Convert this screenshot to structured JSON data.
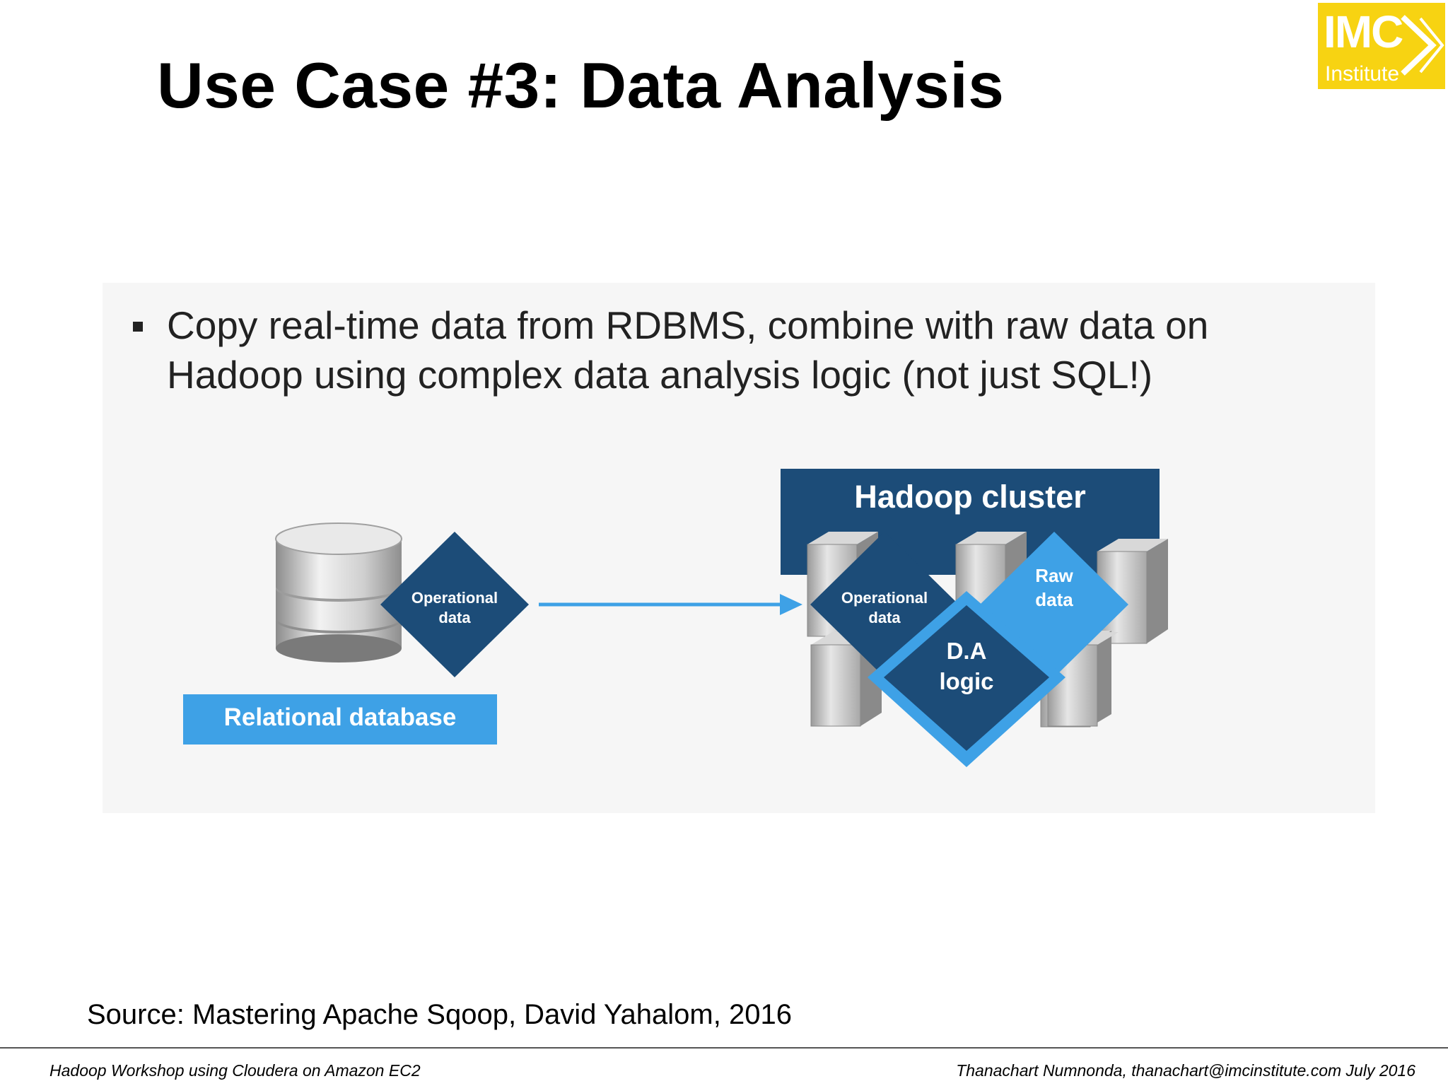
{
  "title": "Use Case #3: Data Analysis",
  "logo": {
    "main": "IMC",
    "sub": "Institute"
  },
  "bullet": {
    "line1": "Copy real-time data from RDBMS, combine with raw data on",
    "line2": "Hadoop using complex data analysis logic (not just SQL!)"
  },
  "diagram": {
    "db_label": "Relational database",
    "db_diamond_line1": "Operational",
    "db_diamond_line2": "data",
    "cluster_title": "Hadoop cluster",
    "cluster_op_line1": "Operational",
    "cluster_op_line2": "data",
    "raw_line1": "Raw",
    "raw_line2": "data",
    "da_line1": "D.A",
    "da_line2": "logic",
    "colors": {
      "dark_blue": "#1c4c78",
      "light_blue": "#3ea1e6",
      "arrow": "#3ea1e6"
    }
  },
  "source": "Source: Mastering Apache Sqoop, David Yahalom, 2016",
  "footer": {
    "left": "Hadoop Workshop using Cloudera on Amazon EC2",
    "right": "Thanachart Numnonda,  thanachart@imcinstitute.com  July 2016"
  }
}
